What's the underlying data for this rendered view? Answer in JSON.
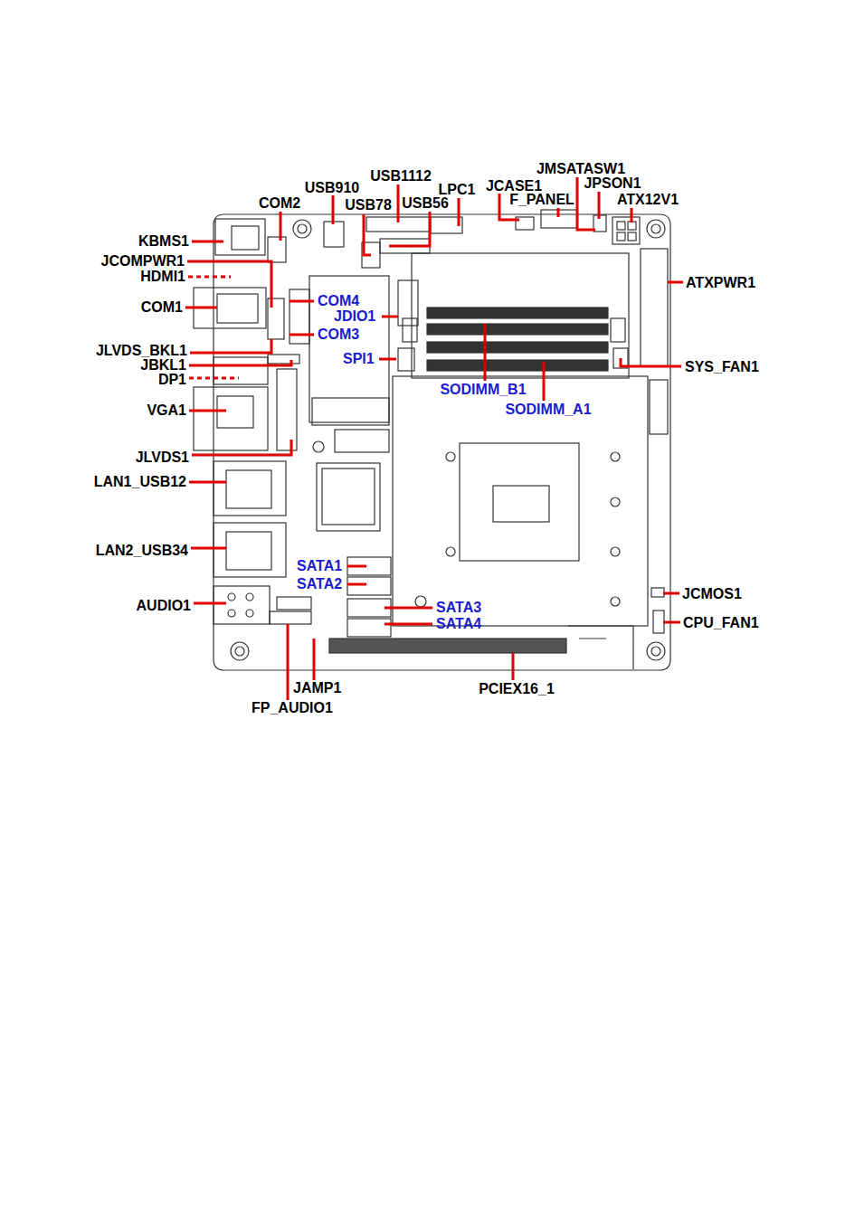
{
  "diagram": {
    "labels": [
      "USB1112",
      "JMSATASW1",
      "USB910",
      "JCASE1",
      "JPSON1",
      "COM2",
      "USB78",
      "USB56",
      "LPC1",
      "F_PANEL",
      "ATX12V1",
      "KBMS1",
      "JCOMPWR1",
      "HDMI1",
      "ATXPWR1",
      "COM4",
      "COM1",
      "JDIO1",
      "COM3",
      "JLVDS_BKL1",
      "SPI1",
      "JBKL1",
      "SYS_FAN1",
      "DP1",
      "SODIMM_B1",
      "SODIMM_A1",
      "VGA1",
      "JLVDS1",
      "LAN1_USB12",
      "LAN2_USB34",
      "SATA1",
      "SATA2",
      "SATA3",
      "JCMOS1",
      "SATA4",
      "CPU_FAN1",
      "AUDIO1",
      "JAMP1",
      "PCIEX16_1",
      "FP_AUDIO1"
    ]
  }
}
